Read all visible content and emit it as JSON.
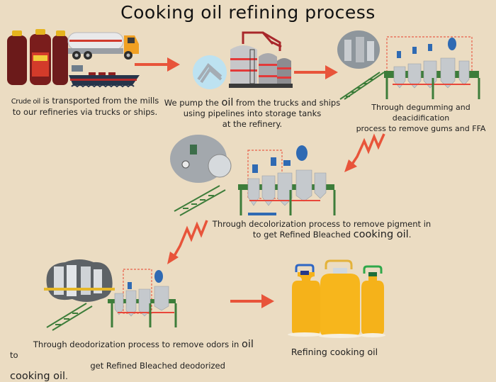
{
  "title": "Cooking oil refining process",
  "colors": {
    "background": "#ebdcc2",
    "arrow": "#e8543a",
    "frame_green": "#3b7a3a",
    "pipe_red": "#e8473a",
    "oil_yellow": "#f5b21a"
  },
  "steps": [
    {
      "id": "transport",
      "caption_prefix": "Crude oil",
      "caption_line1": " is transported from the mills",
      "caption_line2": "to our refineries via trucks or ships.",
      "icons": [
        "oil-bottles",
        "tanker-truck",
        "cargo-ship"
      ]
    },
    {
      "id": "storage",
      "caption_line1_a": "We pump the ",
      "caption_line1_b": "oil",
      "caption_line1_c": " from the trucks and ships",
      "caption_line2": "using pipelines into storage tanks",
      "caption_line3": "at the refinery.",
      "icons": [
        "pipeline",
        "storage-tanks"
      ]
    },
    {
      "id": "degumming",
      "caption_line1": "Through degumming and deacidification",
      "caption_line2": "process to remove gums and FFA",
      "icons": [
        "refinery-plant"
      ]
    },
    {
      "id": "decolorization",
      "caption_line1": "Through decolorization process to remove pigment in",
      "caption_line2_a": "to get Refined Bleached ",
      "caption_line2_b": "cooking oil",
      "caption_line2_c": ".",
      "icons": [
        "refinery-plant",
        "bleaching-tank-closeup"
      ]
    },
    {
      "id": "deodorization",
      "caption_line1_a": "Through deodorization process to remove odors in ",
      "caption_line1_b": "oil",
      "caption_line1_c": "  to",
      "caption_line2_a": "get Refined Bleached deodorized ",
      "caption_line2_b": "cooking oil",
      "caption_line2_c": ".",
      "icons": [
        "refinery-plant",
        "deodorizer-closeup"
      ]
    },
    {
      "id": "final",
      "caption": "Refining cooking oil",
      "icons": [
        "cooking-oil-bottles"
      ]
    }
  ]
}
